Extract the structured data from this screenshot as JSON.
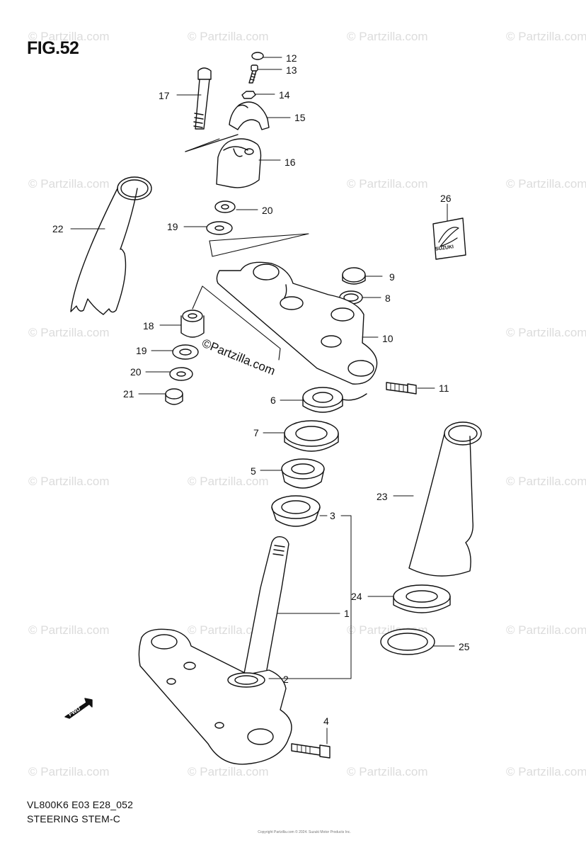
{
  "figure": {
    "title": "FIG.52"
  },
  "callouts": [
    {
      "num": "12"
    },
    {
      "num": "13"
    },
    {
      "num": "14"
    },
    {
      "num": "15"
    },
    {
      "num": "16"
    },
    {
      "num": "17"
    },
    {
      "num": "20"
    },
    {
      "num": "19"
    },
    {
      "num": "22"
    },
    {
      "num": "26"
    },
    {
      "num": "9"
    },
    {
      "num": "8"
    },
    {
      "num": "10"
    },
    {
      "num": "18"
    },
    {
      "num": "19"
    },
    {
      "num": "20"
    },
    {
      "num": "21"
    },
    {
      "num": "11"
    },
    {
      "num": "6"
    },
    {
      "num": "7"
    },
    {
      "num": "5"
    },
    {
      "num": "3"
    },
    {
      "num": "23"
    },
    {
      "num": "1"
    },
    {
      "num": "24"
    },
    {
      "num": "25"
    },
    {
      "num": "2"
    },
    {
      "num": "4"
    }
  ],
  "footer": {
    "code": "VL800K6 E03 E28_052",
    "name": "STEERING STEM-C"
  },
  "watermark": {
    "text": "© Partzilla.com",
    "brand": "©Partzilla.com"
  },
  "emblem_text": "SUZUKI",
  "fwd_text": "FWD",
  "copyright": "Copyright Partzilla.com © 2024. Suzuki Motor Products Inc.",
  "colors": {
    "line": "#111111",
    "watermark": "#dcdcdc"
  }
}
